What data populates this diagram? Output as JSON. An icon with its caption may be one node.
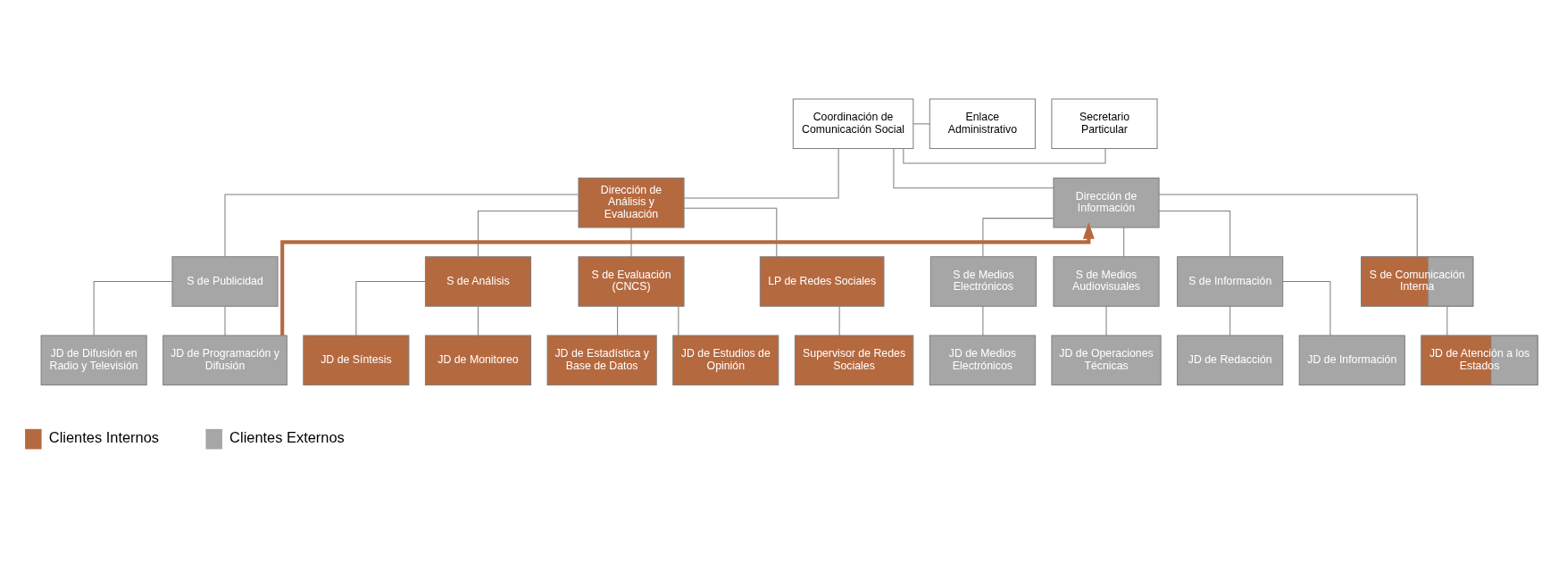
{
  "diagram": {
    "nodes": [
      {
        "text": [
          "Secretario Particular"
        ]
      },
      {
        "text": [
          "Coordinación de Comunicación Social"
        ]
      },
      {
        "text": [
          "Enlace Administrativo"
        ]
      },
      {
        "text": [
          "Dirección de Análisis y Evaluación"
        ]
      },
      {
        "text": [
          "Dirección de Información"
        ]
      },
      {
        "text": [
          "S de Publicidad"
        ]
      },
      {
        "text": [
          "S de Análisis"
        ]
      },
      {
        "text": [
          "S de Evaluación (CNCS)"
        ]
      },
      {
        "text": [
          "LP de Redes Sociales"
        ]
      },
      {
        "text": [
          "S de Medios Electrónicos"
        ]
      },
      {
        "text": [
          "S de Medios Audiovisuales"
        ]
      },
      {
        "text": [
          "S de Información"
        ]
      },
      {
        "text": [
          "S de Comunicación Interna"
        ]
      },
      {
        "text": [
          "JD de Difusión en Radio y Televisión"
        ]
      },
      {
        "text": [
          "JD de Programación y Difusión"
        ]
      },
      {
        "text": [
          "JD de Síntesis"
        ]
      },
      {
        "text": [
          "JD de Monitoreo"
        ]
      },
      {
        "text": [
          "JD de Estadística y Base de Datos"
        ]
      },
      {
        "text": [
          "JD de Estudios de Opinión"
        ]
      },
      {
        "text": [
          "Supervisor de Redes Sociales"
        ]
      },
      {
        "text": [
          "JD de Medios Electrónicos"
        ]
      },
      {
        "text": [
          "JD de Operaciones Técnicas"
        ]
      },
      {
        "text": [
          "JD de Redacción"
        ]
      },
      {
        "text": [
          "JD de Información"
        ]
      },
      {
        "text": [
          "JD de Atención a los Estados"
        ]
      }
    ],
    "edges": [
      {
        "from": 1,
        "to": 0,
        "arrow": "none"
      },
      {
        "from": 1,
        "to": 2,
        "arrow": "none"
      },
      {
        "from": 1,
        "to": 3,
        "arrow": "none"
      },
      {
        "from": 1,
        "to": 4,
        "arrow": "none"
      },
      {
        "from": 3,
        "to": 5,
        "arrow": "none"
      },
      {
        "from": 3,
        "to": 6,
        "arrow": "none"
      },
      {
        "from": 3,
        "to": 7,
        "arrow": "none"
      },
      {
        "from": 3,
        "to": 8,
        "arrow": "none"
      },
      {
        "from": 4,
        "to": 9,
        "arrow": "none"
      },
      {
        "from": 4,
        "to": 10,
        "arrow": "none"
      },
      {
        "from": 4,
        "to": 11,
        "arrow": "none"
      },
      {
        "from": 4,
        "to": 12,
        "arrow": "none"
      },
      {
        "from": 5,
        "to": 13,
        "arrow": "none"
      },
      {
        "from": 5,
        "to": 14,
        "arrow": "none"
      },
      {
        "from": 6,
        "to": 15,
        "arrow": "none"
      },
      {
        "from": 6,
        "to": 16,
        "arrow": "none"
      },
      {
        "from": 7,
        "to": 17,
        "arrow": "none"
      },
      {
        "from": 7,
        "to": 18,
        "arrow": "none"
      },
      {
        "from": 8,
        "to": 19,
        "arrow": "none"
      },
      {
        "from": 9,
        "to": 20,
        "arrow": "none"
      },
      {
        "from": 10,
        "to": 21,
        "arrow": "none"
      },
      {
        "from": 11,
        "to": 22,
        "arrow": "none"
      },
      {
        "from": 11,
        "to": 23,
        "arrow": "none"
      },
      {
        "from": 12,
        "to": 24,
        "arrow": "none"
      },
      {
        "from": 14,
        "to": 4,
        "arrow": "to",
        "style": "thick",
        "color": "#b5693f"
      }
    ],
    "legend": [
      {
        "text": "Clientes Internos",
        "color": "#b5693f"
      },
      {
        "text": "Clientes Externos",
        "color": "#a6a6a6"
      }
    ]
  }
}
